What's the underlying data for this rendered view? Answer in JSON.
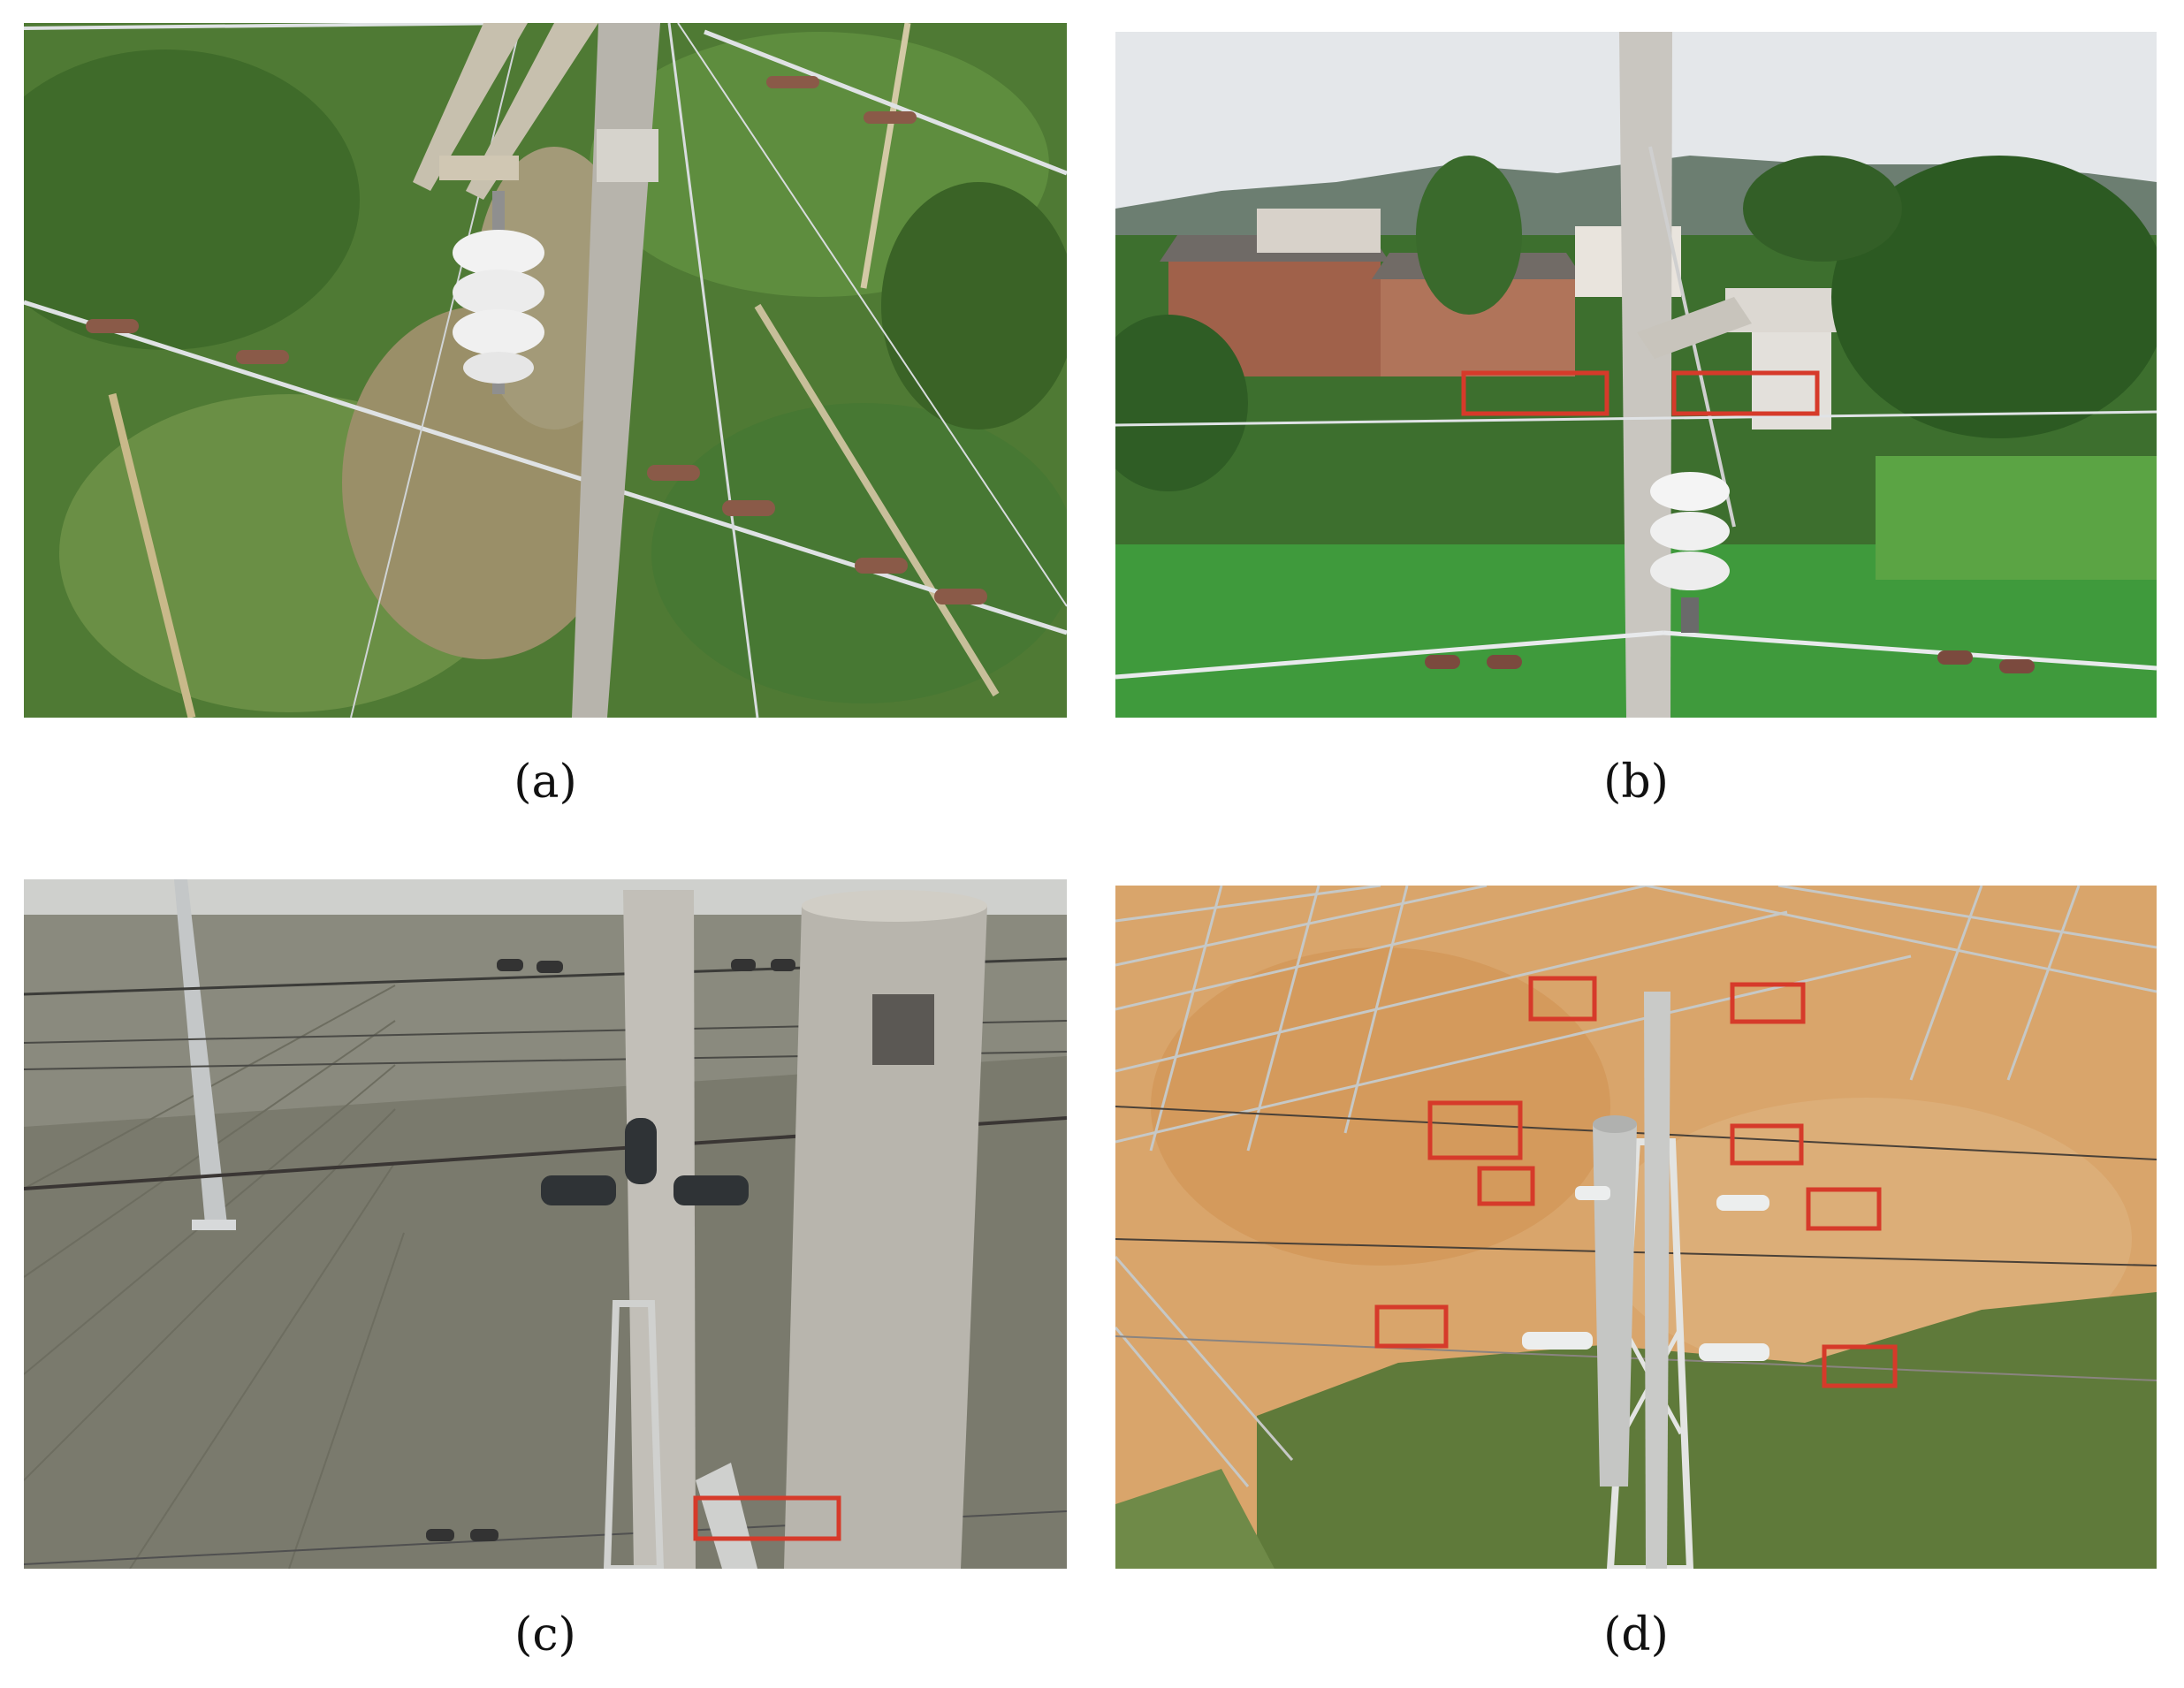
{
  "figure": {
    "panels": [
      {
        "id": "a",
        "caption": "(a)"
      },
      {
        "id": "b",
        "caption": "(b)"
      },
      {
        "id": "c",
        "caption": "(c)"
      },
      {
        "id": "d",
        "caption": "(d)"
      }
    ]
  },
  "colors": {
    "box": "#d63a2a",
    "foliage": "#4f7a34",
    "sky": "#e4e7ea",
    "field": "#7a7a6d",
    "soil": "#d9a56b",
    "concrete": "#b7b4ac"
  }
}
